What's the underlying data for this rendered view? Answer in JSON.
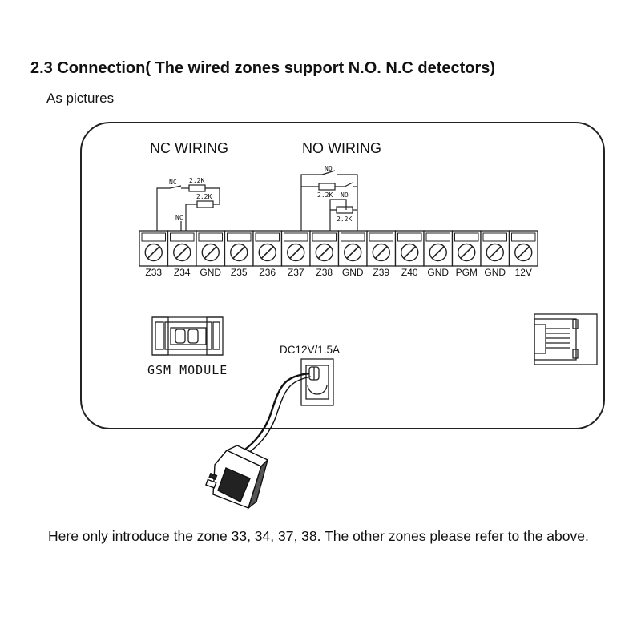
{
  "heading": "2.3 Connection( The wired zones support N.O. N.C detectors)",
  "subheading": "As pictures",
  "diagram": {
    "nc_wiring_label": "NC WIRING",
    "no_wiring_label": "NO WIRING",
    "nc_circuit": {
      "contact_top": "NC",
      "resistor_top": "2.2K",
      "resistor_bottom": "2.2K",
      "contact_bottom": "NC"
    },
    "no_circuit": {
      "contact_top": "NO",
      "resistor_mid": "2.2K",
      "contact_mid": "NO",
      "resistor_bottom": "2.2K"
    },
    "terminals": [
      "Z33",
      "Z34",
      "GND",
      "Z35",
      "Z36",
      "Z37",
      "Z38",
      "GND",
      "Z39",
      "Z40",
      "GND",
      "PGM",
      "GND",
      "12V"
    ],
    "gsm_module_label": "GSM MODULE",
    "power_label": "DC12V/1.5A"
  },
  "note": "Here only introduce the zone 33, 34, 37, 38. The other zones please refer to the above."
}
